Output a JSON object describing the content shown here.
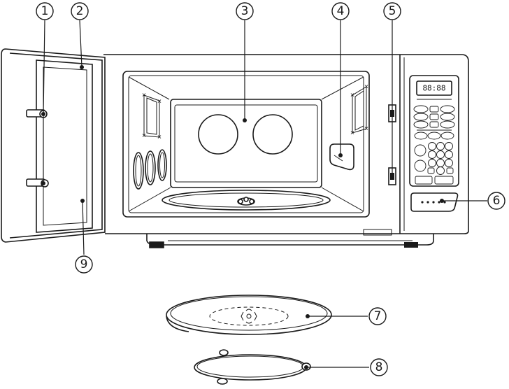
{
  "callouts": [
    {
      "id": "1",
      "label": "1"
    },
    {
      "id": "2",
      "label": "2"
    },
    {
      "id": "3",
      "label": "3"
    },
    {
      "id": "4",
      "label": "4"
    },
    {
      "id": "5",
      "label": "5"
    },
    {
      "id": "6",
      "label": "6"
    },
    {
      "id": "7",
      "label": "7"
    },
    {
      "id": "8",
      "label": "8"
    },
    {
      "id": "9",
      "label": "9"
    }
  ],
  "control_panel": {
    "display_text": "88:88"
  }
}
